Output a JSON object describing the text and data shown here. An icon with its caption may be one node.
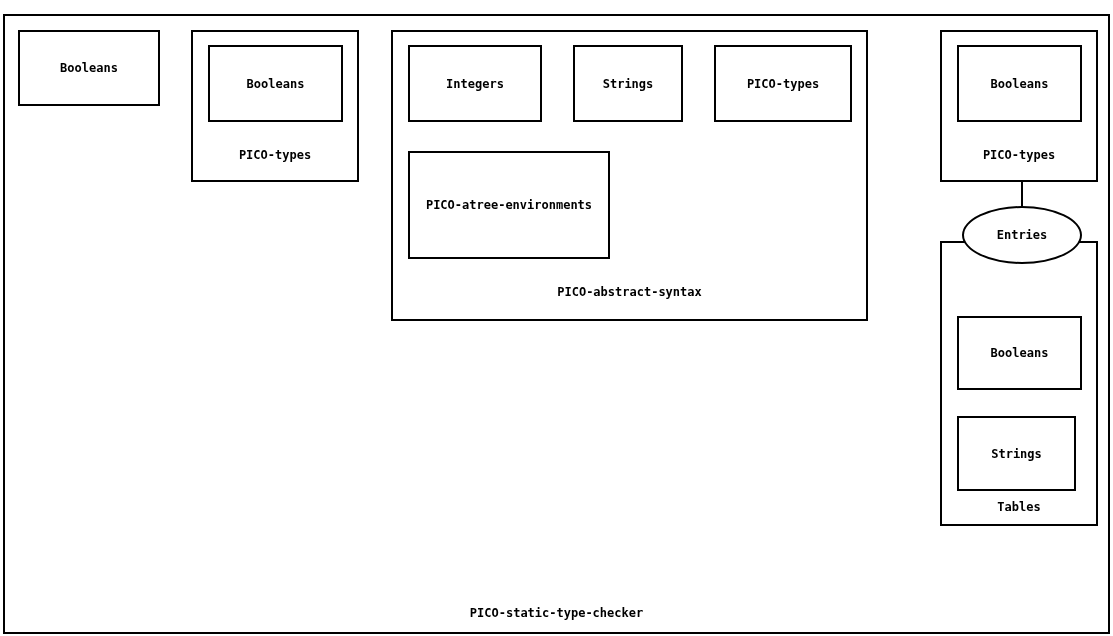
{
  "diagram": {
    "nodes": [
      {
        "text": [
          "PICO-static-type-checker"
        ]
      },
      {
        "text": [
          "Booleans"
        ],
        "in": 0
      },
      {
        "text": [
          "PICO-types"
        ],
        "in": 0
      },
      {
        "text": [
          "Booleans"
        ],
        "in": 2
      },
      {
        "text": [
          "PICO-abstract-syntax"
        ],
        "in": 0
      },
      {
        "text": [
          "Integers"
        ],
        "in": 4
      },
      {
        "text": [
          "Strings"
        ],
        "in": 4
      },
      {
        "text": [
          "PICO-types"
        ],
        "in": 4
      },
      {
        "text": [
          "PICO-atree-environments"
        ],
        "in": 4
      },
      {
        "text": [
          "PICO-types"
        ],
        "in": 0
      },
      {
        "text": [
          "Booleans"
        ],
        "in": 9
      },
      {
        "text": [
          "Entries"
        ],
        "in": 0
      },
      {
        "text": [
          "Tables"
        ],
        "in": 0
      },
      {
        "text": [
          "Booleans"
        ],
        "in": 12
      },
      {
        "text": [
          "Strings"
        ],
        "in": 12
      }
    ],
    "edges": [
      {
        "from": 9,
        "to": 11,
        "arrow": "none"
      }
    ]
  }
}
